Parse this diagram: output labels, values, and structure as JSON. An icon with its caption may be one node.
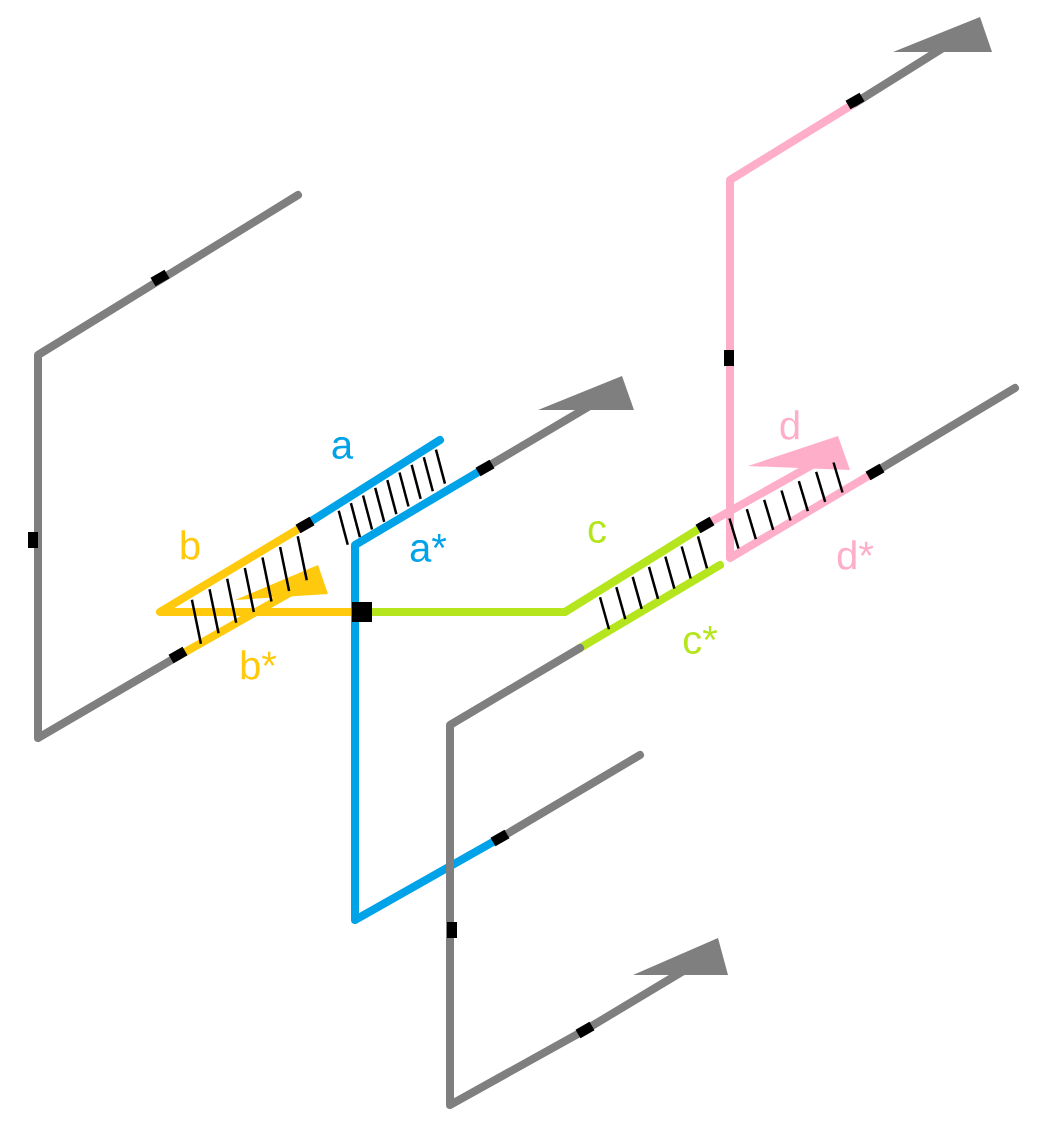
{
  "diagram": {
    "labels": [
      "a",
      "a*",
      "b",
      "b*",
      "c",
      "c*",
      "d",
      "d*"
    ]
  }
}
